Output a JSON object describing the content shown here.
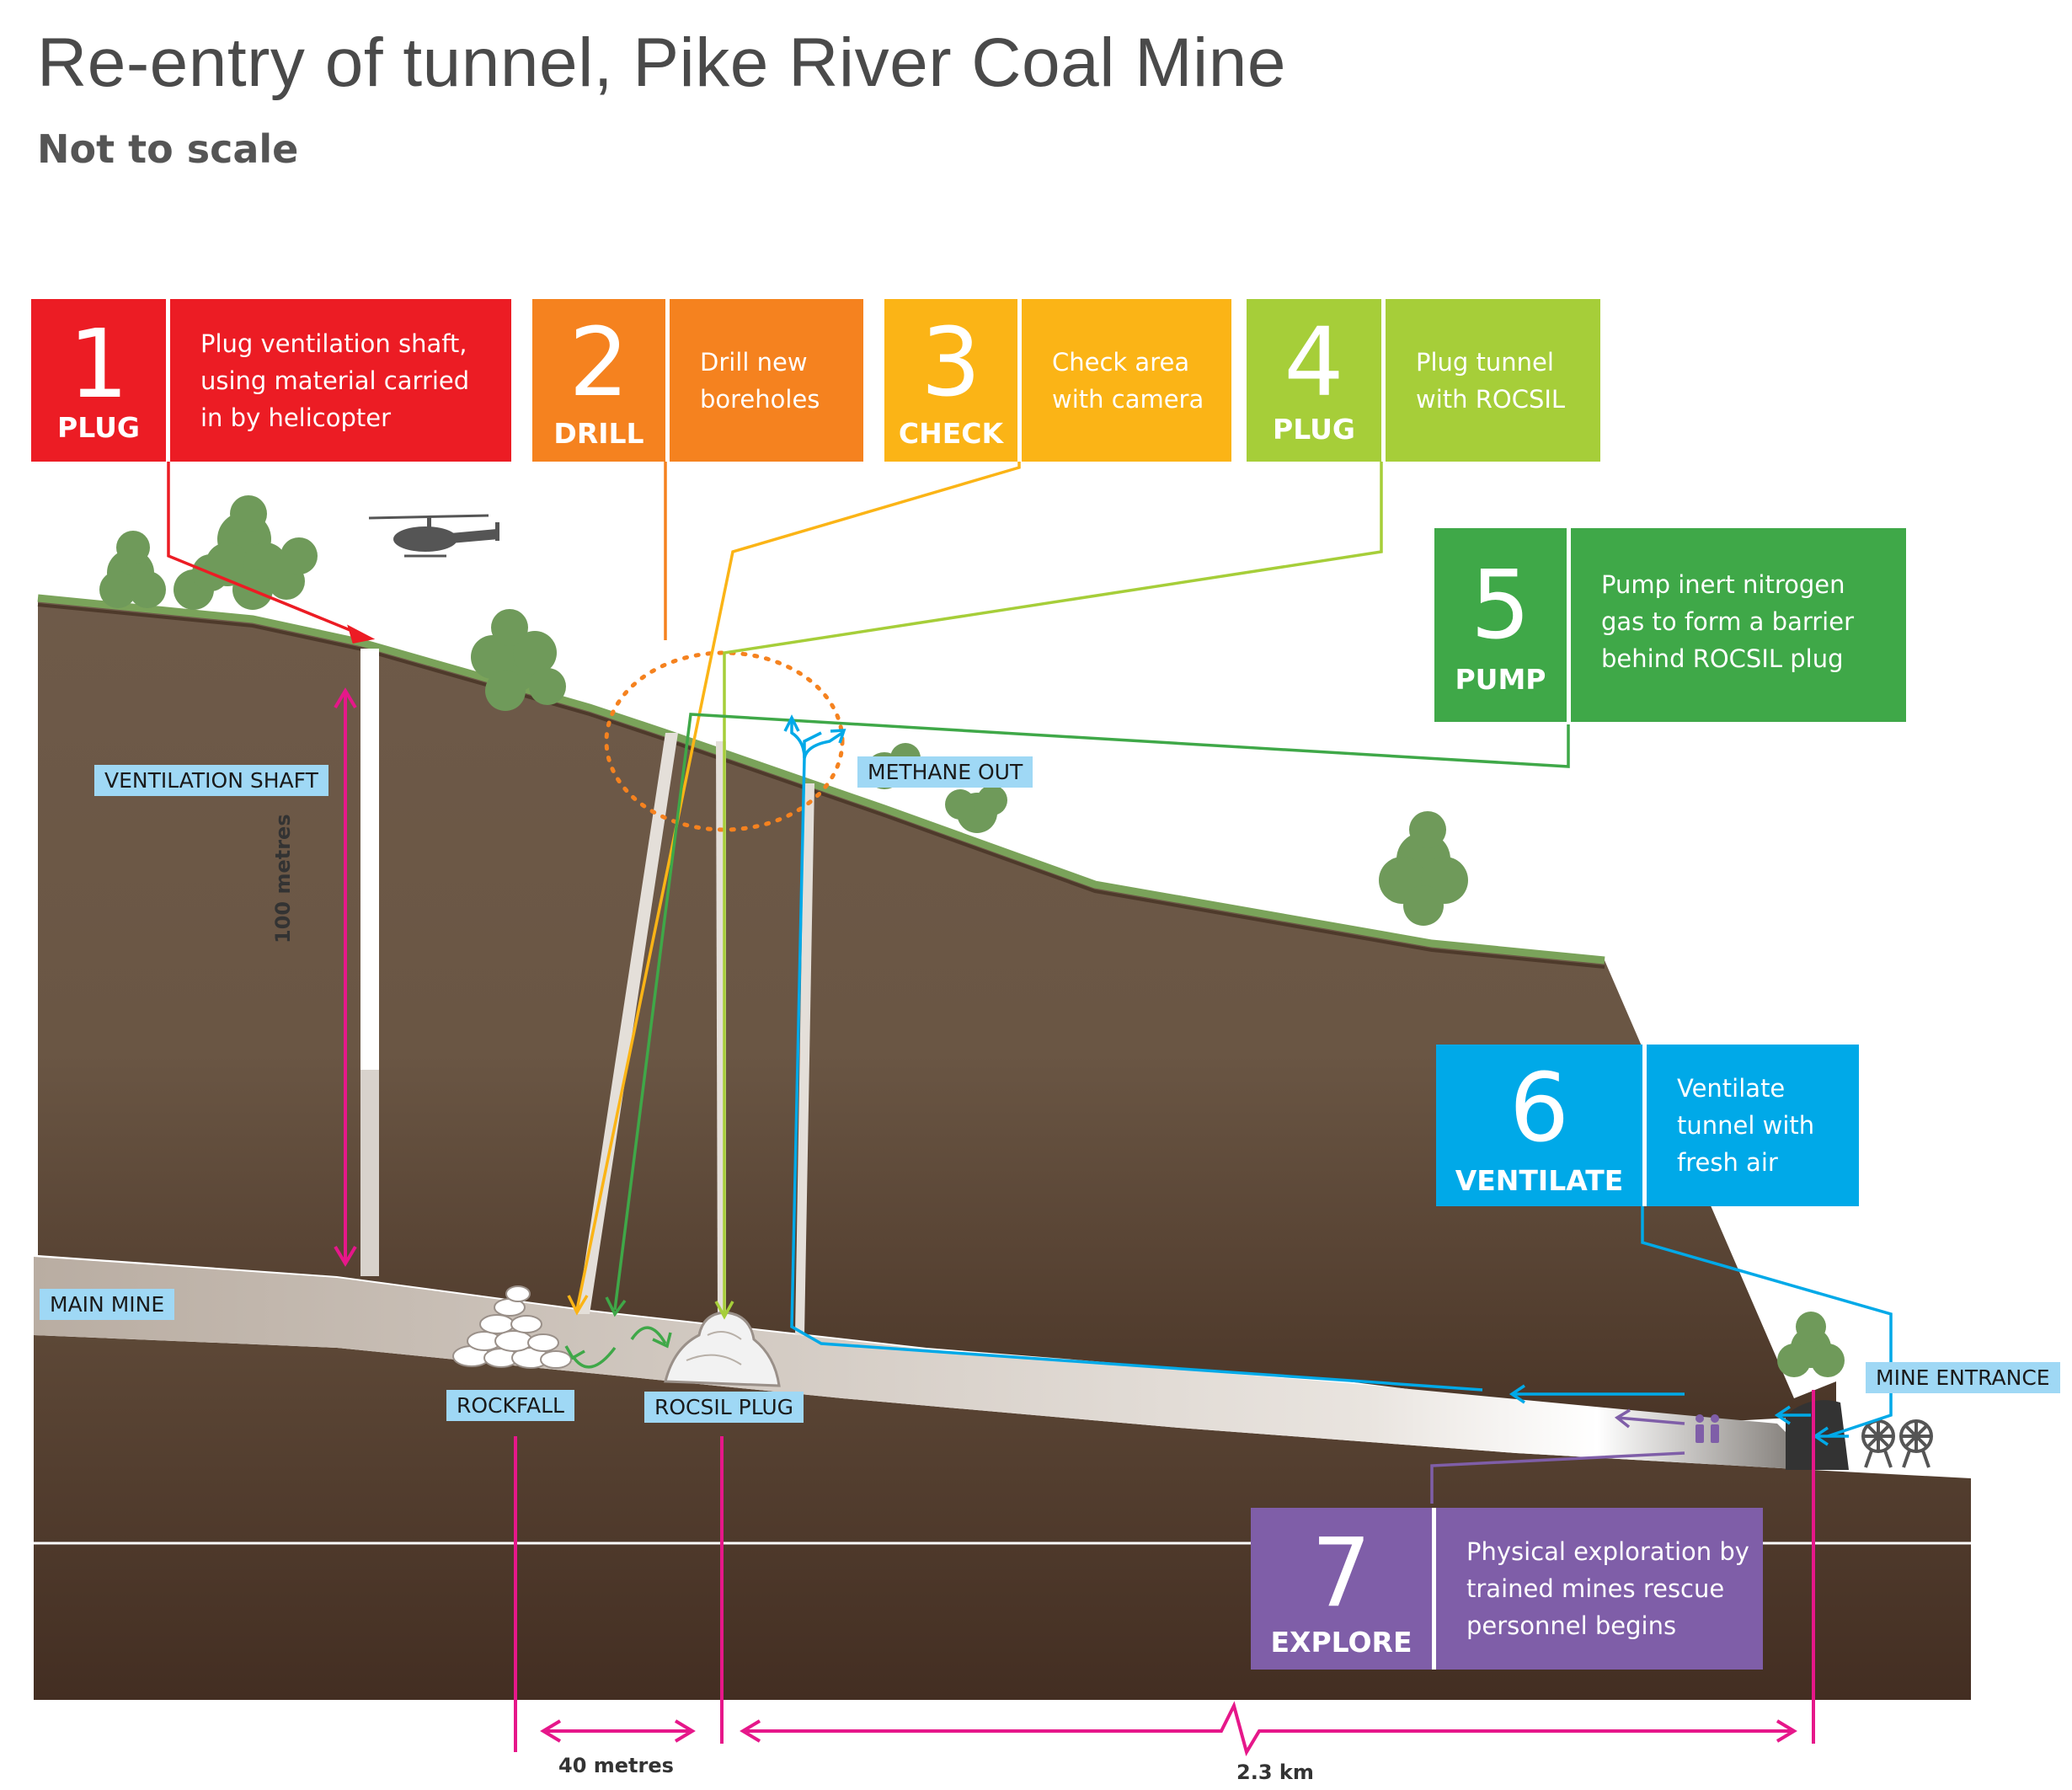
{
  "title": "Re-entry of tunnel, Pike River Coal Mine",
  "subtitle": "Not to scale",
  "colors": {
    "step1": "#ec1c24",
    "step2": "#f5821f",
    "step3": "#fbb416",
    "step4": "#a6ce39",
    "step5": "#3fa848",
    "step6": "#00a9e8",
    "step7": "#7f5ea8",
    "earth_dark": "#4e3a2b",
    "earth_mid": "#6b5645",
    "grass": "#7aa35a",
    "tree": "#6f9a5a",
    "measure": "#e6178a",
    "label_bg": "#9fd8f5"
  },
  "steps": [
    {
      "number": "1",
      "word": "PLUG",
      "text": "Plug ventilation shaft,\nusing material carried\nin by helicopter"
    },
    {
      "number": "2",
      "word": "DRILL",
      "text": "Drill new\nboreholes"
    },
    {
      "number": "3",
      "word": "CHECK",
      "text": "Check area\nwith camera"
    },
    {
      "number": "4",
      "word": "PLUG",
      "text": "Plug tunnel\nwith ROCSIL"
    },
    {
      "number": "5",
      "word": "PUMP",
      "text": "Pump inert nitrogen\ngas to form a barrier\nbehind ROCSIL plug"
    },
    {
      "number": "6",
      "word": "VENTILATE",
      "text": "Ventilate\ntunnel with\nfresh air"
    },
    {
      "number": "7",
      "word": "EXPLORE",
      "text": "Physical exploration by\ntrained mines rescue\npersonnel begins"
    }
  ],
  "labels": {
    "ventilation_shaft": "VENTILATION SHAFT",
    "main_mine": "MAIN MINE",
    "rockfall": "ROCKFALL",
    "rocsil_plug": "ROCSIL PLUG",
    "methane_out": "METHANE OUT",
    "mine_entrance": "MINE ENTRANCE"
  },
  "measurements": {
    "shaft_depth": "100 metres",
    "plug_distance": "40 metres",
    "tunnel_length": "2.3 km"
  },
  "icons": [
    "helicopter-icon",
    "tree-icon",
    "fan-icon",
    "person-icon"
  ]
}
